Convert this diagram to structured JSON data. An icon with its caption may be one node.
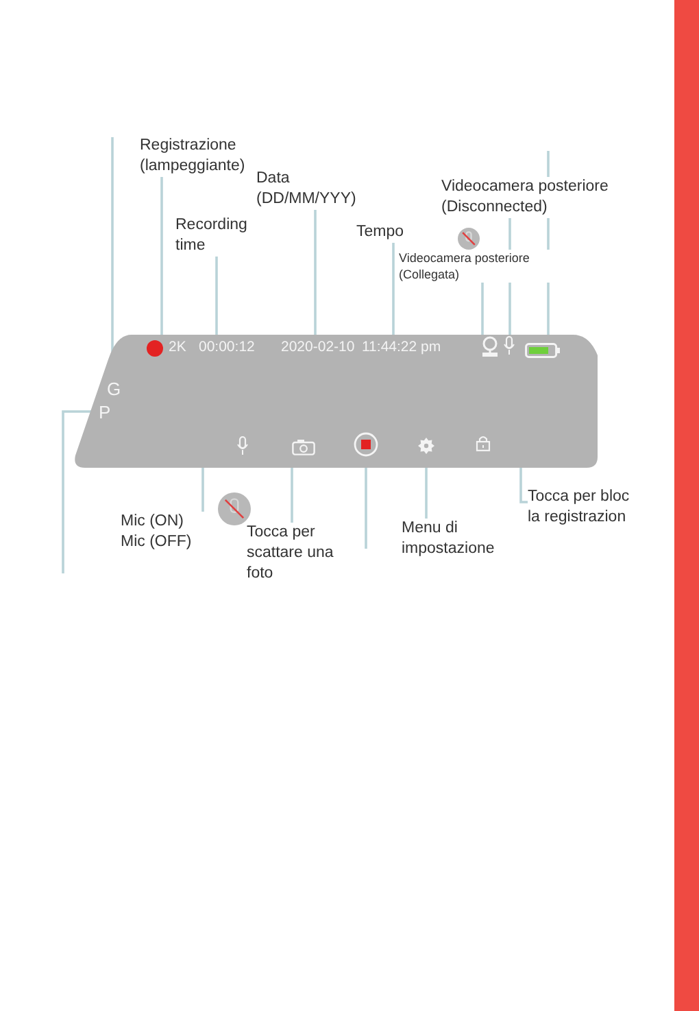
{
  "diagram": {
    "nodes": [
      {
        "text": [],
        "shape": "box"
      },
      {
        "text": [],
        "shape": "circle",
        "in": 0
      },
      {
        "text": [
          "00:00:12"
        ],
        "in": 0
      },
      {
        "text": [
          "2020-02-10"
        ],
        "in": 0
      },
      {
        "text": [
          "11:44:22 pm"
        ],
        "in": 0
      },
      {
        "text": [],
        "shape": "camera",
        "in": 0
      },
      {
        "text": [],
        "shape": "microphone",
        "in": 0
      },
      {
        "text": [],
        "shape": "battery",
        "in": 0
      },
      {
        "text": [
          "G"
        ],
        "in": 0
      },
      {
        "text": [
          "P"
        ],
        "in": 0
      },
      {
        "text": [],
        "shape": "microphone",
        "in": 0
      },
      {
        "text": [],
        "shape": "camera",
        "in": 0
      },
      {
        "text": [],
        "shape": "circle",
        "in": 0
      },
      {
        "text": [],
        "shape": "gear",
        "in": 0
      },
      {
        "text": [],
        "shape": "lock",
        "in": 0
      },
      {
        "text": [
          "Registrazione (lampeggiante)"
        ]
      },
      {
        "text": [
          "Data (DD/MM/YYY)"
        ]
      },
      {
        "text": [
          "Recording time"
        ]
      },
      {
        "text": [
          "Tempo"
        ]
      },
      {
        "text": [
          "Videocamera posteriore (Collegata)"
        ]
      },
      {
        "text": [
          "Videocamera posteriore (Disconnected)"
        ]
      },
      {
        "text": [
          "Mic (ON)",
          "Mic (OFF)"
        ]
      },
      {
        "text": [
          "Tocca per scattare una foto"
        ]
      },
      {
        "text": [
          "Menu di impostazione"
        ]
      },
      {
        "text": [
          "Tocca per bloc la registrazion"
        ]
      },
      {
        "text": [],
        "shape": "bar"
      }
    ],
    "edges": [
      {
        "from": 15,
        "to": 1,
        "arrow": "none"
      },
      {
        "from": 17,
        "to": 2,
        "arrow": "none"
      },
      {
        "from": 16,
        "to": 3,
        "arrow": "none"
      },
      {
        "from": 18,
        "to": 4,
        "arrow": "none"
      },
      {
        "from": 19,
        "to": 5,
        "arrow": "none"
      },
      {
        "from": 20,
        "to": 6,
        "arrow": "none"
      },
      {
        "from": 7,
        "to": null,
        "arrow": "none"
      },
      {
        "from": 8,
        "to": null,
        "arrow": "none"
      },
      {
        "from": 9,
        "to": null,
        "arrow": "none"
      },
      {
        "from": 21,
        "to": 10,
        "arrow": "none"
      },
      {
        "from": 22,
        "to": 11,
        "arrow": "none"
      },
      {
        "from": 12,
        "to": null,
        "arrow": "none"
      },
      {
        "from": 23,
        "to": 13,
        "arrow": "none"
      },
      {
        "from": 24,
        "to": 14,
        "arrow": "none"
      }
    ],
    "labels": [
      "2K"
    ]
  }
}
